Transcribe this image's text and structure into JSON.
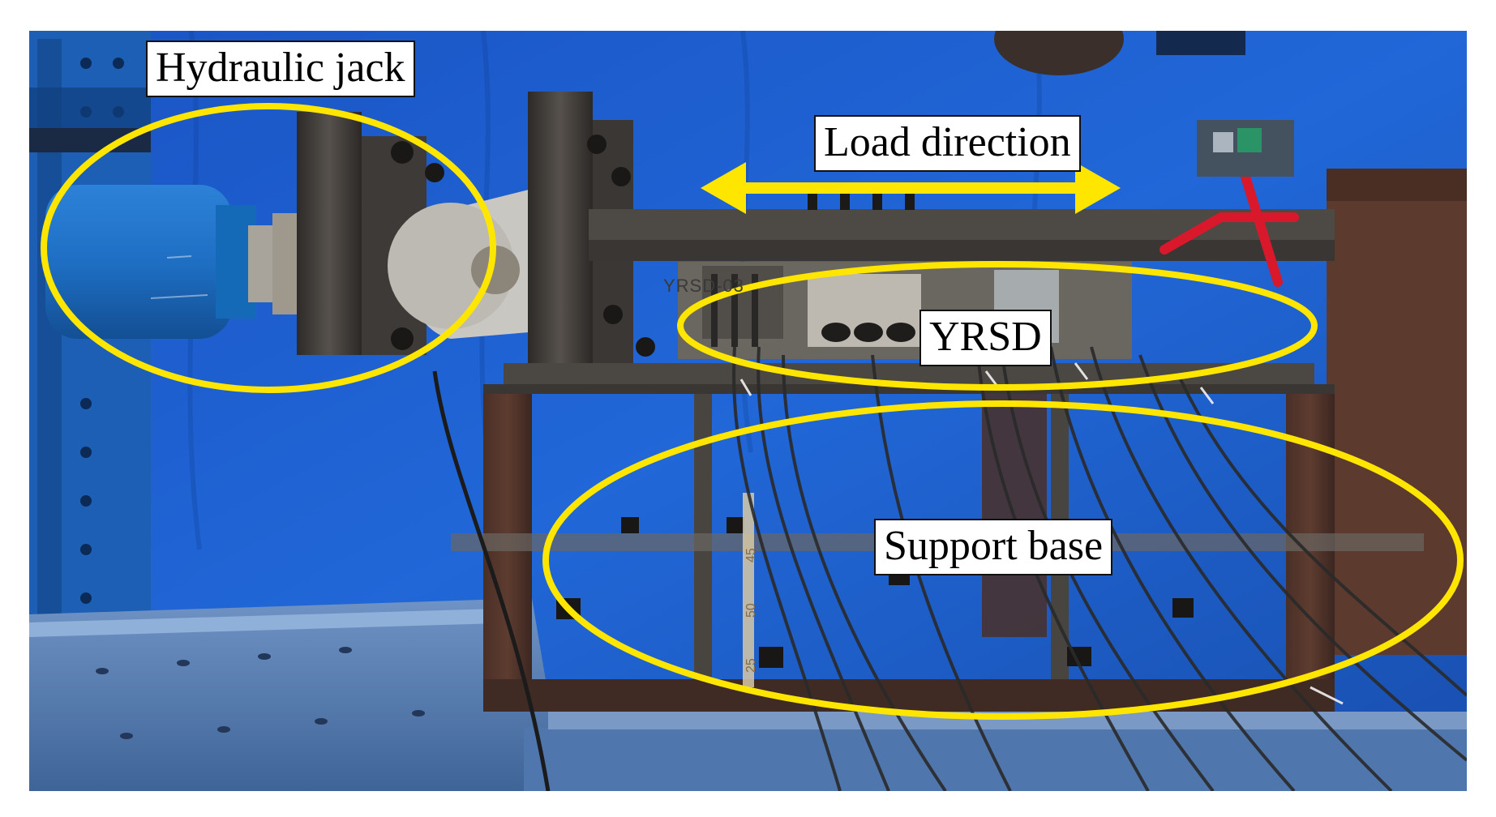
{
  "labels": {
    "hydraulic_jack": "Hydraulic jack",
    "load_direction": "Load direction",
    "yrsd": "YRSD",
    "support_base": "Support base"
  },
  "photo_markings": {
    "specimen_mark": "YRSD-03",
    "tape_marks": [
      "45",
      "50",
      "25"
    ]
  },
  "colors": {
    "annotation_yellow": "#ffe600",
    "backdrop_blue": "#1c5fd6",
    "jack_blue": "#1f6fc9",
    "steel_dark": "#3d3a38",
    "steel_light": "#9a9a96",
    "platform_blue": "#5b83b8",
    "sensor_red": "#d9192b"
  },
  "icons": {
    "load_arrow": "double-headed-arrow-icon"
  }
}
